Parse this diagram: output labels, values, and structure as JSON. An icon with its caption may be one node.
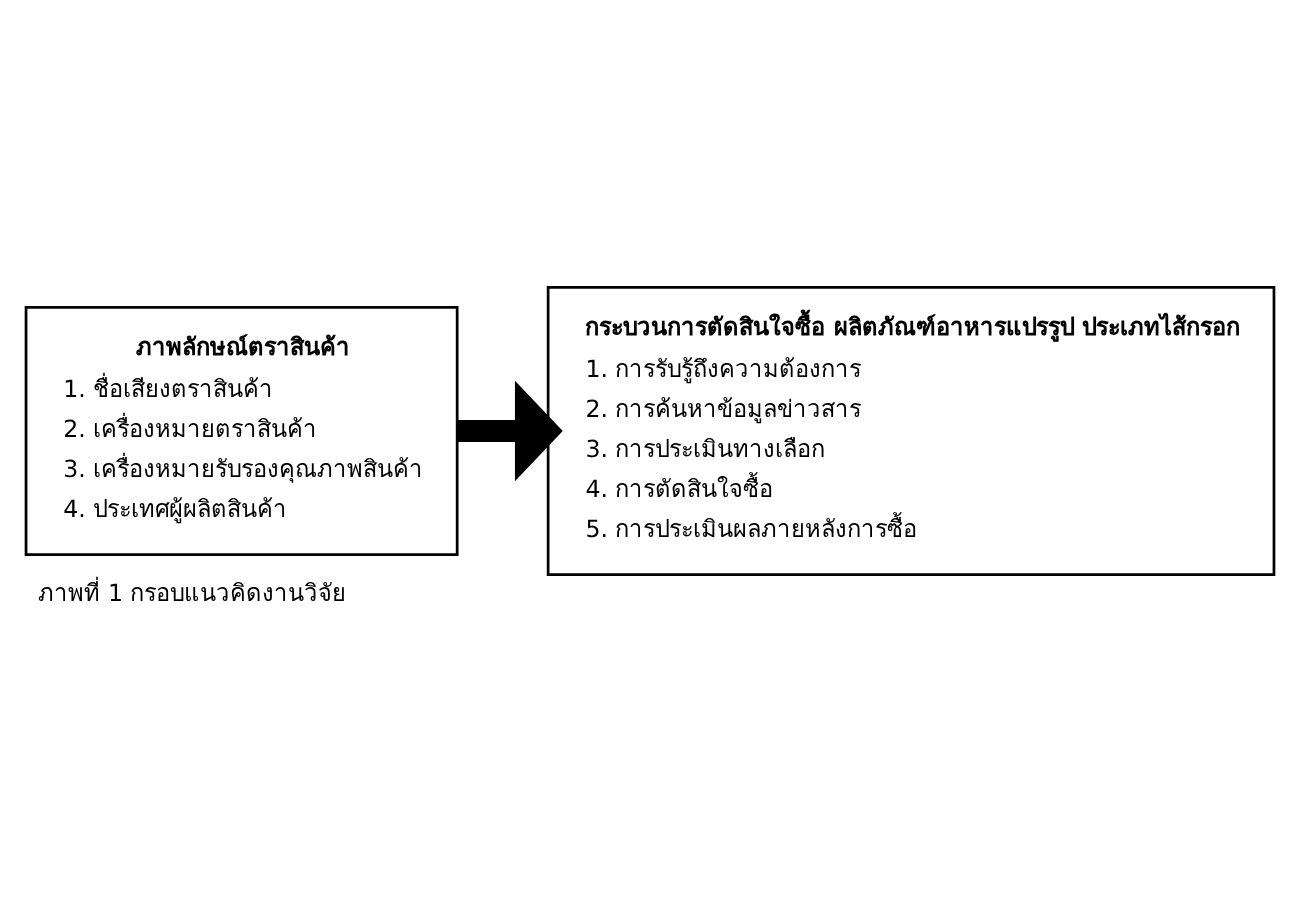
{
  "diagram": {
    "caption": "ภาพที่ 1 กรอบแนวคิดงานวิจัย",
    "nodes": [
      {
        "text": [
          "ภาพลักษณ์ตราสินค้า",
          "1. ชื่อเสียงตราสินค้า",
          "2. เครื่องหมายตราสินค้า",
          "3. เครื่องหมายรับรองคุณภาพสินค้า",
          "4. ประเทศผู้ผลิตสินค้า"
        ]
      },
      {
        "text": [
          "กระบวนการตัดสินใจซื้อ ผลิตภัณฑ์อาหารแปรรูป ประเภทไส้กรอก",
          "1. การรับรู้ถึงความต้องการ",
          "2. การค้นหาข้อมูลข่าวสาร",
          "3. การประเมินทางเลือก",
          "4. การตัดสินใจซื้อ",
          "5. การประเมินผลภายหลังการซื้อ"
        ]
      }
    ],
    "edges": [
      {
        "from": 0,
        "to": 1,
        "arrow": "to"
      }
    ]
  }
}
